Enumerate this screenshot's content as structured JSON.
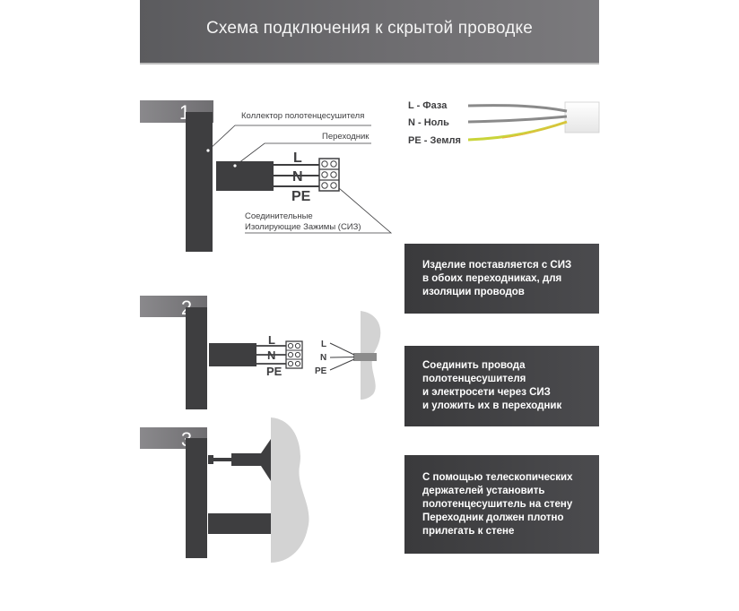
{
  "header": {
    "title": "Схема подключения к скрытой проводке"
  },
  "steps": [
    {
      "number": "1"
    },
    {
      "number": "2"
    },
    {
      "number": "3"
    }
  ],
  "step1": {
    "collector_label": "Коллектор полотенцесушителя",
    "adapter_label": "Переходник",
    "terminal_label_line1": "Соединительные",
    "terminal_label_line2": "Изолирующие Зажимы (СИЗ)",
    "wire_l": "L",
    "wire_n": "N",
    "wire_pe": "PE"
  },
  "legend": {
    "phase": "L - Фаза",
    "neutral": "N - Ноль",
    "ground": "PE - Земля"
  },
  "step2": {
    "wire_l": "L",
    "wire_n": "N",
    "wire_pe": "PE",
    "wall_l": "L",
    "wall_n": "N",
    "wall_pe": "PE"
  },
  "info": [
    {
      "text": "Изделие поставляется с СИЗ\nв обоих переходниках, для\nизоляции проводов"
    },
    {
      "text": "Соединить провода\nполотенцесушителя\nи электросети через СИЗ\nи уложить их в переходник"
    },
    {
      "text": "С помощью телескопических\nдержателей установить\nполотенцесушитель на стену\nПереходник должен плотно\nприлегать к стене"
    }
  ],
  "colors": {
    "header_bg": "#6b6a6d",
    "panel_dark": "#3e3e40",
    "number_tab": "#7d7c7f",
    "wall": "#d3d3d3",
    "wire_phase": "#8c8c8c",
    "wire_ground": "#c9d43a"
  }
}
